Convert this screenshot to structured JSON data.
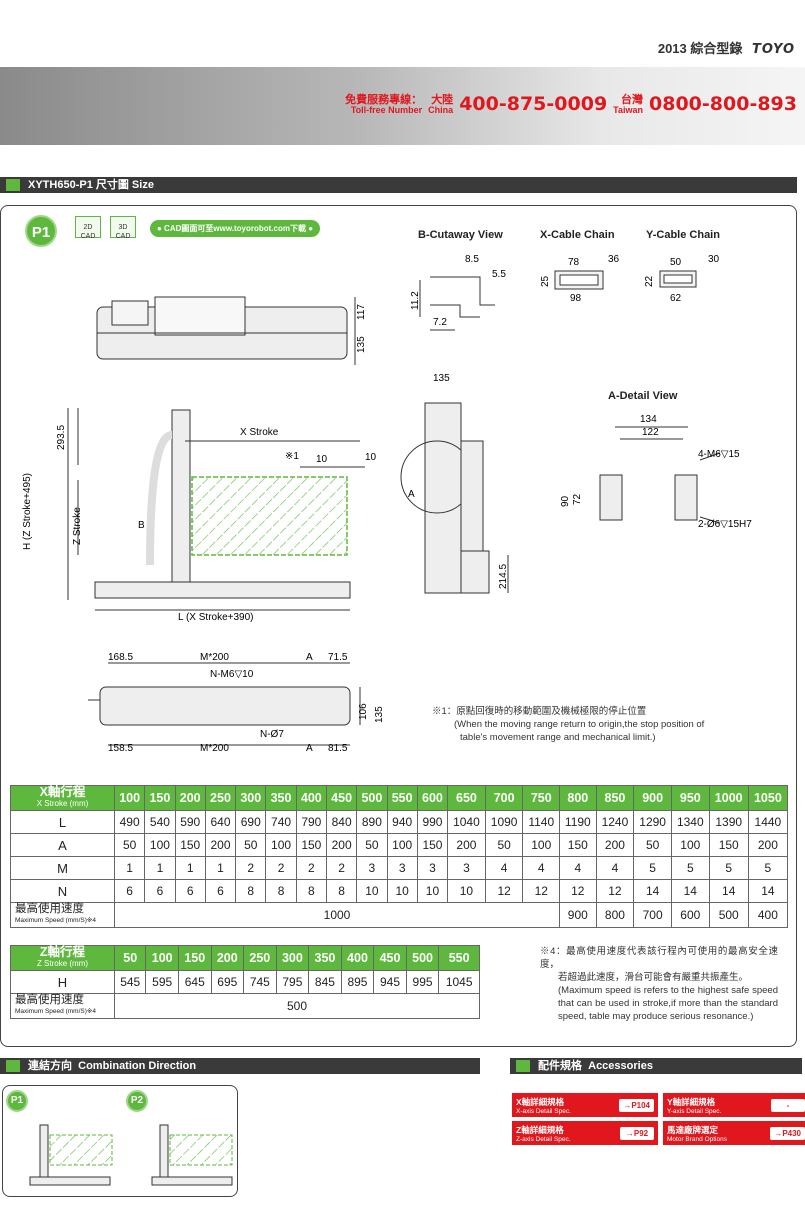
{
  "header": {
    "year_catalog": "2013 綜合型錄",
    "brand": "TOYO"
  },
  "hotline": {
    "label_zh": "免費服務專線：",
    "label_en": "Toll-free Number",
    "china_zh": "大陸",
    "china_en": "China",
    "china_number": "400-875-0009",
    "taiwan_zh": "台灣",
    "taiwan_en": "Taiwan",
    "taiwan_number": "0800-800-893"
  },
  "size_section": {
    "title": "XYTH650-P1 尺寸圖 Size"
  },
  "panel": {
    "badge": "P1",
    "cad2d": "2D CAD",
    "cad3d": "3D CAD",
    "cad_note": "● CAD圖面可至www.toyorobot.com下載 ●"
  },
  "views": {
    "b_cutaway": {
      "title": "B-Cutaway View",
      "dims": [
        "8.5",
        "5.5",
        "11.2",
        "7.2"
      ]
    },
    "x_cable": {
      "title": "X-Cable Chain",
      "dims": [
        "78",
        "36",
        "25",
        "98"
      ]
    },
    "y_cable": {
      "title": "Y-Cable Chain",
      "dims": [
        "50",
        "30",
        "22",
        "62"
      ]
    },
    "a_detail": {
      "title": "A-Detail View",
      "dims": [
        "134",
        "122",
        "4-M6▽15",
        "90",
        "72",
        "2-Ø6▽15H7"
      ]
    },
    "front": {
      "dims": [
        "117",
        "135",
        "X Stroke",
        "※1",
        "10",
        "10",
        "293.5",
        "H (Z Stroke+495)",
        "Z Stroke",
        "B",
        "L (X Stroke+390)"
      ]
    },
    "side": {
      "dims": [
        "135",
        "A",
        "214.5"
      ]
    },
    "bottom": {
      "dims": [
        "168.5",
        "M*200",
        "A",
        "71.5",
        "N-M6▽10",
        "106",
        "135",
        "N-Ø7",
        "158.5",
        "M*200",
        "A",
        "81.5"
      ]
    }
  },
  "note1": {
    "zh": "※1：原點回復時的移動範圍及機械極限的停止位置",
    "en1": "(When the moving range return to origin,the stop position of",
    "en2": "table's movement range and mechanical limit.)"
  },
  "x_table": {
    "caption_zh": "X軸行程",
    "caption_en": "X Stroke (mm)",
    "strokes": [
      "100",
      "150",
      "200",
      "250",
      "300",
      "350",
      "400",
      "450",
      "500",
      "550",
      "600",
      "650",
      "700",
      "750",
      "800",
      "850",
      "900",
      "950",
      "1000",
      "1050"
    ],
    "L": [
      "490",
      "540",
      "590",
      "640",
      "690",
      "740",
      "790",
      "840",
      "890",
      "940",
      "990",
      "1040",
      "1090",
      "1140",
      "1190",
      "1240",
      "1290",
      "1340",
      "1390",
      "1440"
    ],
    "A": [
      "50",
      "100",
      "150",
      "200",
      "50",
      "100",
      "150",
      "200",
      "50",
      "100",
      "150",
      "200",
      "50",
      "100",
      "150",
      "200",
      "50",
      "100",
      "150",
      "200"
    ],
    "M": [
      "1",
      "1",
      "1",
      "1",
      "2",
      "2",
      "2",
      "2",
      "3",
      "3",
      "3",
      "3",
      "4",
      "4",
      "4",
      "4",
      "5",
      "5",
      "5",
      "5"
    ],
    "N": [
      "6",
      "6",
      "6",
      "6",
      "8",
      "8",
      "8",
      "8",
      "10",
      "10",
      "10",
      "10",
      "12",
      "12",
      "12",
      "12",
      "14",
      "14",
      "14",
      "14"
    ],
    "row_labels": {
      "L": "L",
      "A": "A",
      "M": "M",
      "N": "N"
    },
    "speed_label_zh": "最高使用速度",
    "speed_label_en": "Maximum Speed (mm/S)※4",
    "speed_common": "1000",
    "speed_tail": [
      "900",
      "800",
      "700",
      "600",
      "500",
      "400"
    ]
  },
  "z_table": {
    "caption_zh": "Z軸行程",
    "caption_en": "Z Stroke (mm)",
    "strokes": [
      "50",
      "100",
      "150",
      "200",
      "250",
      "300",
      "350",
      "400",
      "450",
      "500",
      "550"
    ],
    "H": [
      "545",
      "595",
      "645",
      "695",
      "745",
      "795",
      "845",
      "895",
      "945",
      "995",
      "1045"
    ],
    "row_label_h": "H",
    "speed_label_zh": "最高使用速度",
    "speed_label_en": "Maximum Speed (mm/S)※4",
    "speed": "500"
  },
  "note4": {
    "zh1": "※4：最高使用速度代表該行程內可使用的最高安全速度，",
    "zh2": "若超過此速度，滑台可能會有嚴重共振產生。",
    "en": "(Maximum speed is refers to the highest safe speed that can be used in stroke,if more than the standard speed, table may produce serious resonance.)"
  },
  "combination": {
    "title_zh": "連結方向",
    "title_en": "Combination Direction",
    "p1": "P1",
    "p2": "P2"
  },
  "accessories": {
    "title_zh": "配件規格",
    "title_en": "Accessories",
    "items": [
      {
        "zh": "X軸詳細規格",
        "en": "X-axis Detail Spec.",
        "ref": "→P104"
      },
      {
        "zh": "Y軸詳細規格",
        "en": "Y-axis Detail Spec.",
        "ref": "-"
      },
      {
        "zh": "Z軸詳細規格",
        "en": "Z-axis Detail Spec.",
        "ref": "→P92"
      },
      {
        "zh": "馬達廠牌選定",
        "en": "Motor Brand Options",
        "ref": "→P430"
      }
    ]
  }
}
